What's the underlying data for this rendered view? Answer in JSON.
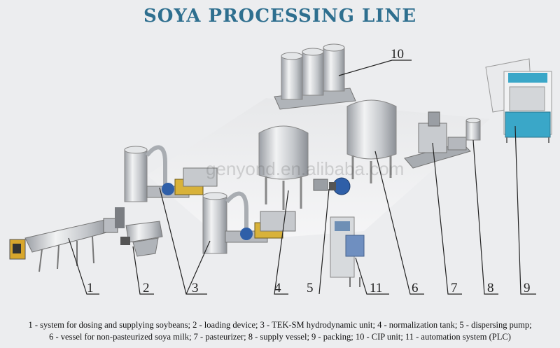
{
  "title": "SOYA PROCESSING LINE",
  "watermark": "genyond.en.alibaba.com",
  "callouts": [
    "1",
    "2",
    "3",
    "4",
    "5",
    "6",
    "7",
    "8",
    "9",
    "10",
    "11"
  ],
  "legend": {
    "line1": "1 - system for dosing and supplying soybeans; 2 - loading device; 3 - TEK-SM hydrodynamic unit; 4 - normalization tank; 5 - dispersing pump;",
    "line2": "6 - vessel for non-pasteurized soya milk; 7 - pasteurizer; 8 - supply vessel; 9 - packing; 10 - CIP unit; 11 - automation system (PLC)"
  },
  "colors": {
    "title": "#2e6f8f",
    "steel": "#c9ccd0",
    "pump_blue": "#2f5fa8",
    "motor_yellow": "#d8b23a",
    "packer_teal": "#3aa7c8"
  }
}
